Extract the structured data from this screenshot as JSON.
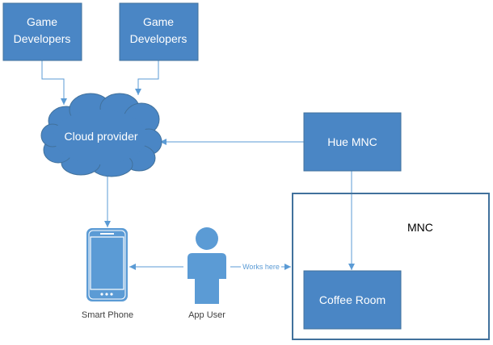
{
  "colors": {
    "box_fill": "#4a86c5",
    "box_stroke": "#41719c",
    "line": "#5b9bd5",
    "container_stroke": "#41719c",
    "cloud_fill": "#4a86c5",
    "person_fill": "#5b9bd5",
    "phone_fill": "#5b9bd5"
  },
  "nodes": {
    "game_dev_1": {
      "label_line1": "Game",
      "label_line2": "Developers"
    },
    "game_dev_2": {
      "label_line1": "Game",
      "label_line2": "Developers"
    },
    "cloud": {
      "label": "Cloud provider",
      "icon": "cloud-icon"
    },
    "hue_mnc": {
      "label": "Hue MNC"
    },
    "mnc_container": {
      "label": "MNC"
    },
    "coffee_room": {
      "label": "Coffee Room"
    },
    "smart_phone": {
      "label": "Smart Phone",
      "icon": "smartphone-icon"
    },
    "app_user": {
      "label": "App User",
      "icon": "person-icon"
    }
  },
  "edges": {
    "user_to_mnc": {
      "label": "Works here"
    }
  }
}
